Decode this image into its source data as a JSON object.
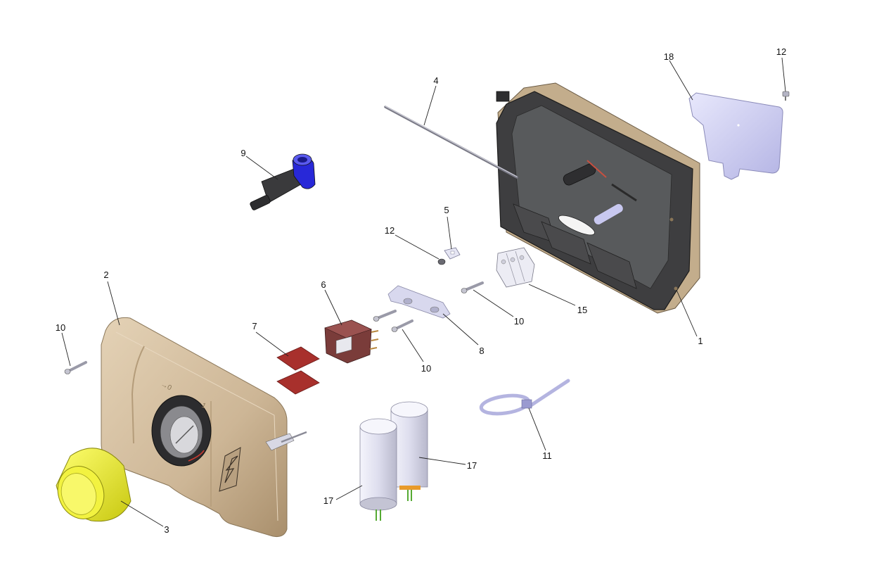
{
  "diagram": {
    "type": "exploded-parts-view",
    "labels": {
      "p1": "1",
      "p2": "2",
      "p3": "3",
      "p4": "4",
      "p5": "5",
      "p6": "6",
      "p7": "7",
      "p8": "8",
      "p9": "9",
      "p10a": "10",
      "p10b": "10",
      "p10c": "10",
      "p11": "11",
      "p12a": "12",
      "p12b": "12",
      "p15": "15",
      "p17a": "17",
      "p17b": "17",
      "p18": "18"
    },
    "colors": {
      "beige": "#cfb89a",
      "beige_dark": "#a8916f",
      "housing_dark": "#4a4a4c",
      "yellow": "#ecec2a",
      "blue": "#2222dd",
      "lavender": "#c8c8f0",
      "red": "#a8302c",
      "white_part": "#eaeaf4",
      "green": "#55aa33",
      "orange": "#e89a2a"
    }
  }
}
